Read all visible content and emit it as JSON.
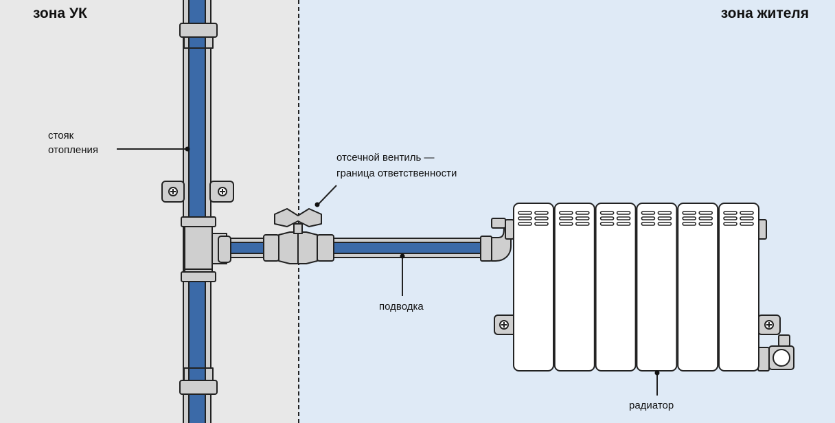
{
  "zones": {
    "uk": "зона УК",
    "resident": "зона жителя"
  },
  "labels": {
    "riser_line1": "стояк",
    "riser_line2": "отопления",
    "valve_line1": "отсечной вентиль —",
    "valve_line2": "граница ответственности",
    "supply": "подводка",
    "radiator": "радиатор"
  },
  "colors": {
    "pipe": "#3b6aa8",
    "metal": "#cfcfcf",
    "radiator": "#ffffff",
    "outline": "#222222",
    "zone_uk_bg": "#e8e8e8",
    "zone_resident_bg": "#dfeaf6"
  },
  "radiator": {
    "sections": 6
  }
}
